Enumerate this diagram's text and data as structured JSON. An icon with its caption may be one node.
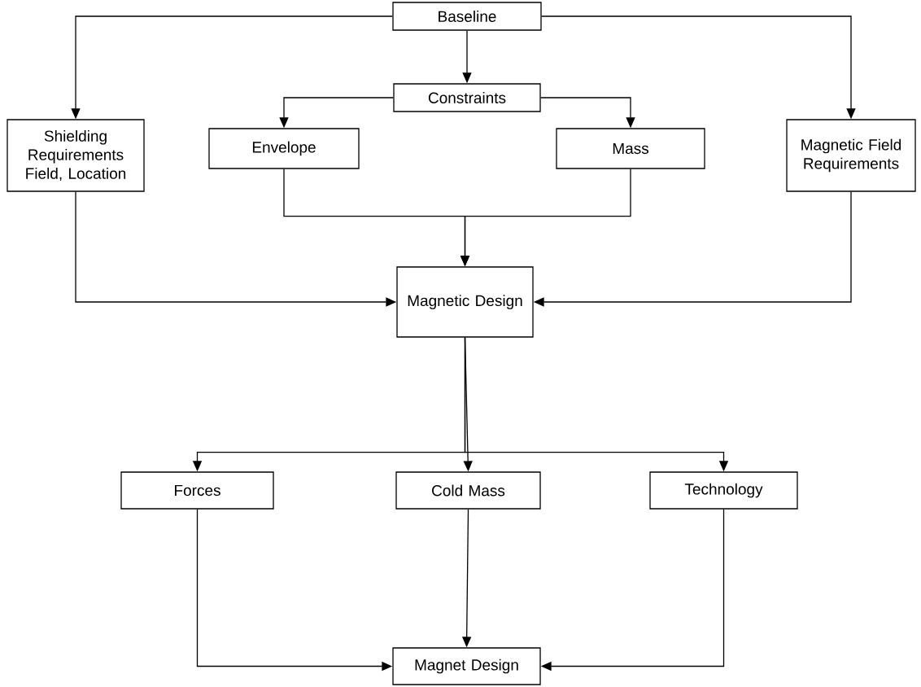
{
  "diagram": {
    "nodes": [
      {
        "text": [
          "Baseline"
        ]
      },
      {
        "text": [
          "Constraints"
        ]
      },
      {
        "text": [
          "Shielding Requirements Field, Location"
        ]
      },
      {
        "text": [
          "Envelope"
        ]
      },
      {
        "text": [
          "Mass"
        ]
      },
      {
        "text": [
          "Magnetic Field Requirements"
        ]
      },
      {
        "text": [
          "Magnetic Design"
        ]
      },
      {
        "text": [
          "Forces"
        ]
      },
      {
        "text": [
          "Cold Mass"
        ]
      },
      {
        "text": [
          "Technology"
        ]
      },
      {
        "text": [
          "Magnet Design"
        ]
      }
    ],
    "edges": [
      {
        "from": 0,
        "to": 2,
        "arrow": "to"
      },
      {
        "from": 0,
        "to": 1,
        "arrow": "to"
      },
      {
        "from": 0,
        "to": 5,
        "arrow": "to"
      },
      {
        "from": 1,
        "to": 3,
        "arrow": "to"
      },
      {
        "from": 1,
        "to": 4,
        "arrow": "to"
      },
      {
        "from": 3,
        "to": 6,
        "arrow": "to"
      },
      {
        "from": 4,
        "to": 6,
        "arrow": "to"
      },
      {
        "from": 2,
        "to": 6,
        "arrow": "to"
      },
      {
        "from": 5,
        "to": 6,
        "arrow": "to"
      },
      {
        "from": 6,
        "to": 7,
        "arrow": "to"
      },
      {
        "from": 6,
        "to": 8,
        "arrow": "to"
      },
      {
        "from": 6,
        "to": 9,
        "arrow": "to"
      },
      {
        "from": 7,
        "to": 10,
        "arrow": "to"
      },
      {
        "from": 8,
        "to": 10,
        "arrow": "to"
      },
      {
        "from": 9,
        "to": 10,
        "arrow": "to"
      }
    ]
  }
}
